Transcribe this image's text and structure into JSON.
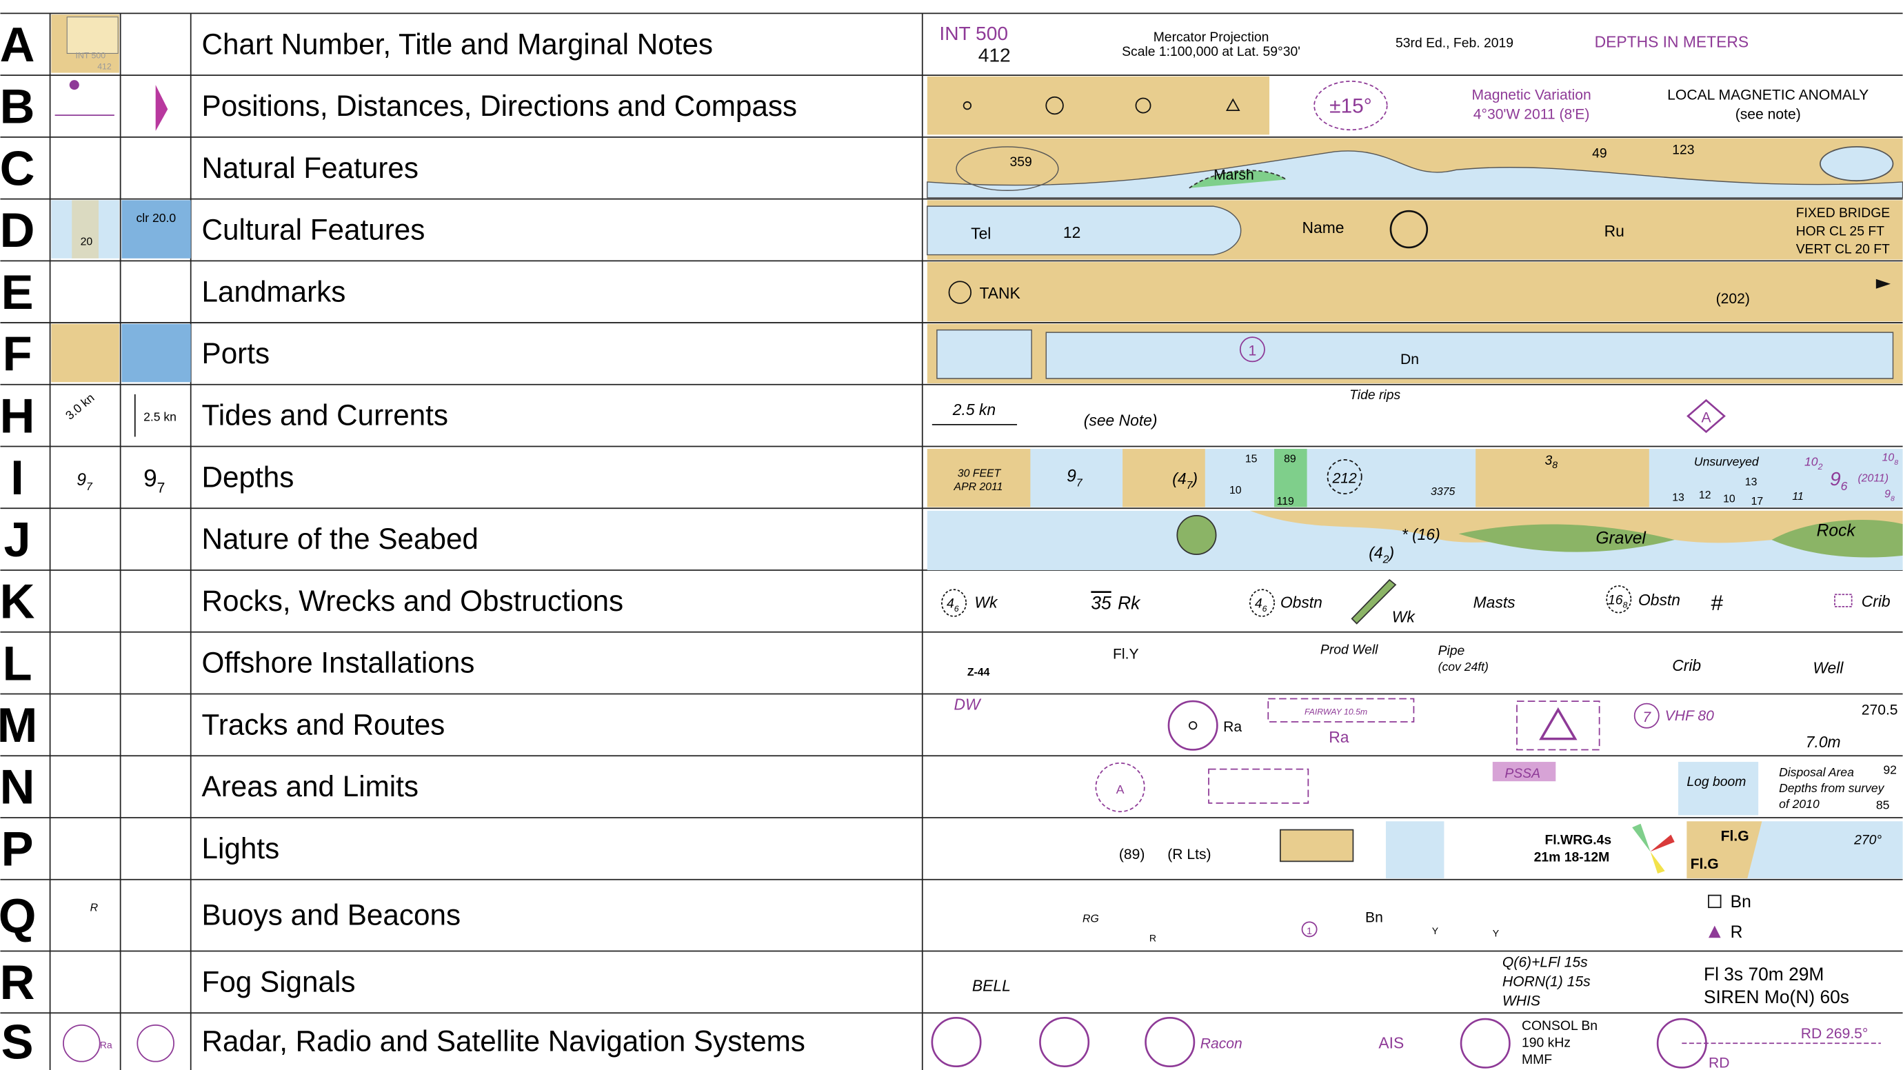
{
  "rows": [
    {
      "letter": "A",
      "title": "Chart Number, Title and Marginal Notes"
    },
    {
      "letter": "B",
      "title": "Positions, Distances, Directions and Compass"
    },
    {
      "letter": "C",
      "title": "Natural Features"
    },
    {
      "letter": "D",
      "title": "Cultural Features"
    },
    {
      "letter": "E",
      "title": "Landmarks"
    },
    {
      "letter": "F",
      "title": "Ports"
    },
    {
      "letter": "H",
      "title": "Tides and Currents"
    },
    {
      "letter": "I",
      "title": "Depths"
    },
    {
      "letter": "J",
      "title": "Nature of the Seabed"
    },
    {
      "letter": "K",
      "title": "Rocks, Wrecks and Obstructions"
    },
    {
      "letter": "L",
      "title": "Offshore Installations"
    },
    {
      "letter": "M",
      "title": "Tracks and Routes"
    },
    {
      "letter": "N",
      "title": "Areas and Limits"
    },
    {
      "letter": "P",
      "title": "Lights"
    },
    {
      "letter": "Q",
      "title": "Buoys and Beacons"
    },
    {
      "letter": "R",
      "title": "Fog Signals"
    },
    {
      "letter": "S",
      "title": "Radar, Radio and Satellite Navigation Systems"
    }
  ],
  "a": {
    "int_label": "INT 500",
    "chart_no": "412",
    "projection": "Mercator Projection",
    "scale": "Scale 1:100,000 at Lat. 59°30'",
    "edition": "53rd Ed., Feb. 2019",
    "depths_units": "DEPTHS IN METERS",
    "thumb_int": "INT 500",
    "thumb_no": "412"
  },
  "b": {
    "variation_circle": "±15°",
    "mag_var_title": "Magnetic Variation",
    "mag_var_value": "4°30'W 2011 (8'E)",
    "anomaly_title": "LOCAL MAGNETIC ANOMALY",
    "anomaly_note": "(see note)"
  },
  "c": {
    "height": "359",
    "marsh": "Marsh",
    "depth_49": "49",
    "height_123": "123"
  },
  "d": {
    "clearance_thumb": "clr 20.0",
    "bridge_thumb_depth": "20",
    "tel": "Tel",
    "depth_12": "12",
    "name": "Name",
    "ru": "Ru",
    "bridge_line1": "FIXED BRIDGE",
    "bridge_line2": "HOR CL 25 FT",
    "bridge_line3": "VERT CL 20 FT"
  },
  "e": {
    "tank": "TANK",
    "height_202": "(202)"
  },
  "f": {
    "circle_1": "1",
    "dn": "Dn"
  },
  "h": {
    "thumb_rate": "3.0 kn",
    "thumb_rate2": "2.5 kn",
    "rate": "2.5 kn",
    "see_note": "(see Note)",
    "tide_rips": "Tide rips",
    "diamond": "A"
  },
  "i": {
    "thumb_depth": "9",
    "thumb_depth_sub": "7",
    "depth_box1": "30 FEET",
    "depth_box2": "APR 2011",
    "depth_9": "9",
    "depth_9_sub": "7",
    "depth_4": "(4",
    "depth_4_sub": "7",
    "d15": "15",
    "d89": "89",
    "d10": "10",
    "d119": "119",
    "d212": "212",
    "d3375": "3375",
    "d3": "3",
    "d3_sub": "8",
    "unsurveyed": "Unsurveyed",
    "d13a": "13",
    "d13b": "13",
    "d12": "12",
    "d10b": "10",
    "d17": "17",
    "d11": "11",
    "d10_2": "10",
    "d10_2_sub": "2",
    "d9_6": "9",
    "d9_6_sub": "6",
    "d2011": "(2011)",
    "d10_8": "10",
    "d10_8_sub": "8",
    "d9_8": "9",
    "d9_8_sub": "8"
  },
  "j": {
    "d16": "* (16)",
    "d4": "(4",
    "d4_sub": "2",
    "gravel": "Gravel",
    "rock": "Rock"
  },
  "k": {
    "d4_wk": "4",
    "d4_wk_sub": "6",
    "wk": "Wk",
    "d35": "35",
    "rk": "Rk",
    "d4_obstn": "4",
    "d4_obstn_sub": "6",
    "obstn": "Obstn",
    "wk2": "Wk",
    "masts": "Masts",
    "d16": "16",
    "d16_sub": "8",
    "obstn2": "Obstn",
    "hash": "#",
    "crib": "Crib"
  },
  "l": {
    "z44": "Z-44",
    "fly": "Fl.Y",
    "prod_well": "Prod Well",
    "pipe": "Pipe",
    "pipe_cov": "(cov 24ft)",
    "crib": "Crib",
    "well": "Well"
  },
  "m": {
    "dw": "DW",
    "ra": "Ra",
    "fairway": "FAIRWAY 10.5m",
    "ra2": "Ra",
    "circle_7": "7",
    "vhf": "VHF 80",
    "bearing": "270.5",
    "dist": "7.0m"
  },
  "n": {
    "pssa": "PSSA",
    "log_boom": "Log boom",
    "disposal1": "Disposal Area",
    "disposal2": "Depths from survey",
    "disposal3": "of 2010",
    "d92": "92",
    "d85": "85",
    "a_letter": "A"
  },
  "p": {
    "d89": "(89)",
    "r_lts": "(R Lts)",
    "fl_wrg": "Fl.WRG.4s",
    "fl_wrg2": "21m 18-12M",
    "flg1": "Fl.G",
    "flg2": "Fl.G",
    "deg270": "270°"
  },
  "q": {
    "r_thumb": "R",
    "rg": "RG",
    "bn": "Bn",
    "bn2": "Bn",
    "r2": "R",
    "circle_1": "1",
    "r_label": "R",
    "y1": "Y",
    "y2": "Y"
  },
  "r": {
    "bell": "BELL",
    "q6": "Q(6)+LFl 15s",
    "horn": "HORN(1) 15s",
    "whis": "WHIS",
    "fl3s": "Fl 3s 70m 29M",
    "siren": "SIREN Mo(N) 60s"
  },
  "s": {
    "ra_thumb": "Ra",
    "racon": "Racon",
    "ais": "AIS",
    "consol": "CONSOL Bn",
    "khz": "190 kHz",
    "mmf": "MMF",
    "rd": "RD 269.5°",
    "rd2": "RD"
  },
  "colors": {
    "magenta": "#8e3a97",
    "land": "#e8cd8e",
    "water": "#cfe6f5",
    "green": "#7fcf8b",
    "lightmag": "#d7a3d6",
    "red": "#d93a3a",
    "yellow": "#f2e24b"
  }
}
